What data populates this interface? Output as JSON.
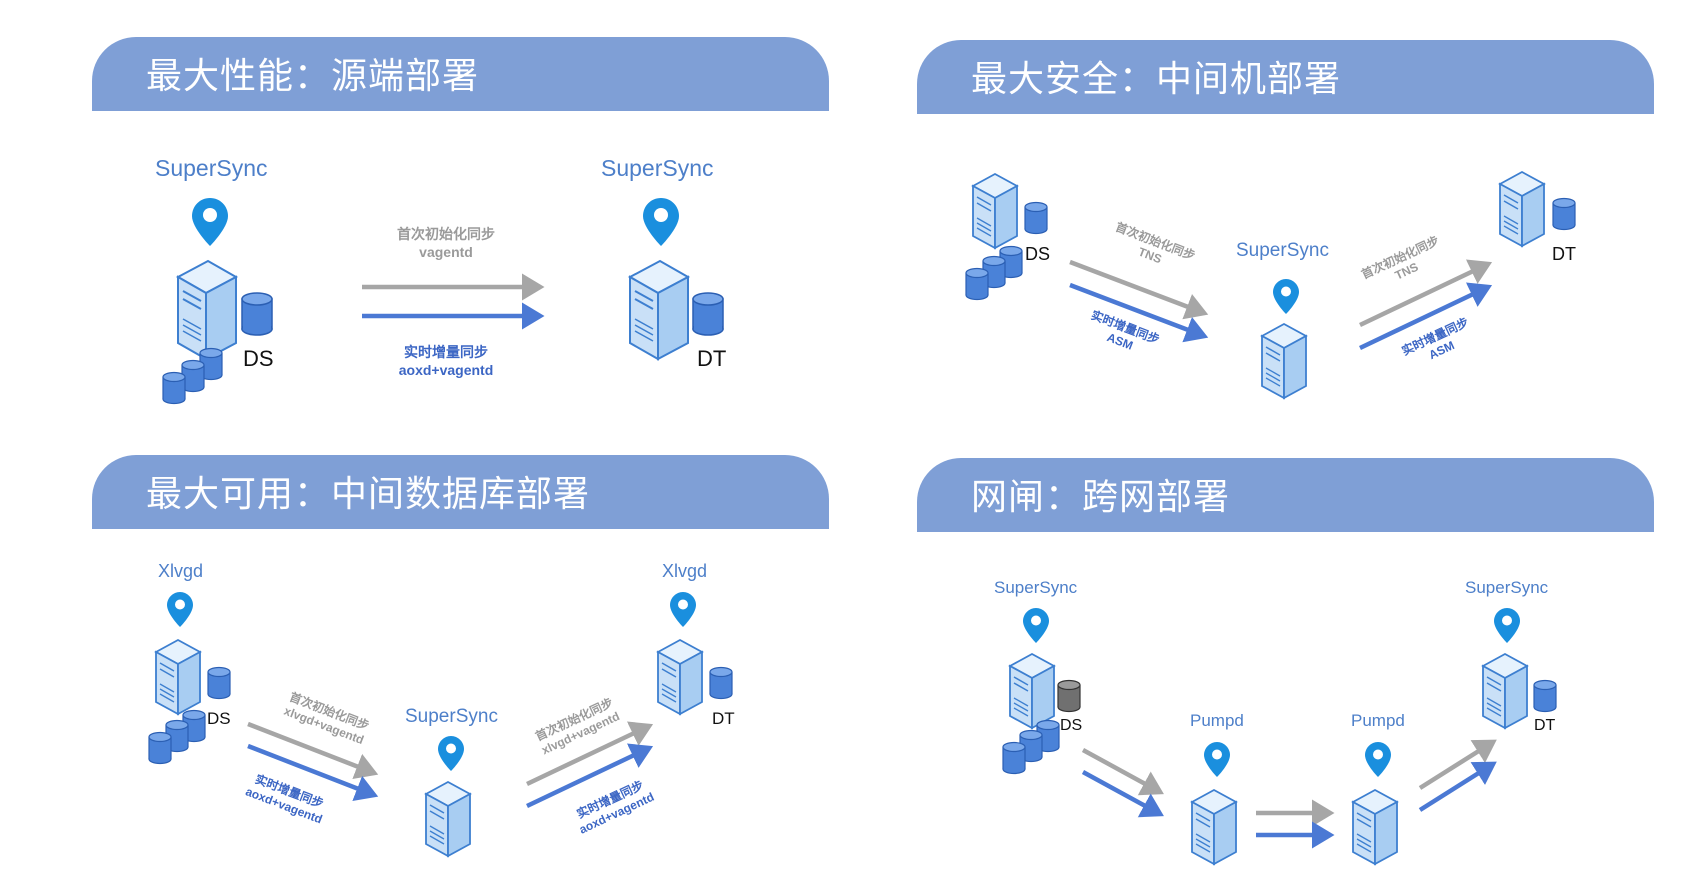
{
  "panels": [
    {
      "title": "最大性能：源端部署",
      "source_name": "SuperSync",
      "target_name": "SuperSync",
      "source_code": "DS",
      "target_code": "DT",
      "gray_arrow": {
        "line1": "首次初始化同步",
        "line2": "vagentd"
      },
      "blue_arrow": {
        "line1": "实时增量同步",
        "line2": "aoxd+vagentd"
      }
    },
    {
      "title": "最大安全：中间机部署",
      "middle_name": "SuperSync",
      "source_code": "DS",
      "target_code": "DT",
      "left_gray": {
        "line1": "首次初始化同步",
        "line2": "TNS"
      },
      "left_blue": {
        "line1": "实时增量同步",
        "line2": "ASM"
      },
      "right_gray": {
        "line1": "首次初始化同步",
        "line2": "TNS"
      },
      "right_blue": {
        "line1": "实时增量同步",
        "line2": "ASM"
      }
    },
    {
      "title": "最大可用：中间数据库部署",
      "source_name": "Xlvgd",
      "middle_name": "SuperSync",
      "target_name": "Xlvgd",
      "source_code": "DS",
      "target_code": "DT",
      "left_gray": {
        "line1": "首次初始化同步",
        "line2": "xlvgd+vagentd"
      },
      "left_blue": {
        "line1": "实时增量同步",
        "line2": "aoxd+vagentd"
      },
      "right_gray": {
        "line1": "首次初始化同步",
        "line2": "xlvgd+vagentd"
      },
      "right_blue": {
        "line1": "实时增量同步",
        "line2": "aoxd+vagentd"
      }
    },
    {
      "title": "网闸：跨网部署",
      "source_name": "SuperSync",
      "pump1_name": "Pumpd",
      "pump2_name": "Pumpd",
      "target_name": "SuperSync",
      "source_code": "DS",
      "target_code": "DT"
    }
  ],
  "colors": {
    "banner": "#7f9fd6",
    "pin": "#1a8fde",
    "server_fill": "#c9e0f7",
    "server_stroke": "#3d7fd0",
    "db_fill": "#4a82d8",
    "db_gray": "#707070",
    "arrow_gray": "#a6a6a6",
    "arrow_blue": "#4b79d4"
  }
}
